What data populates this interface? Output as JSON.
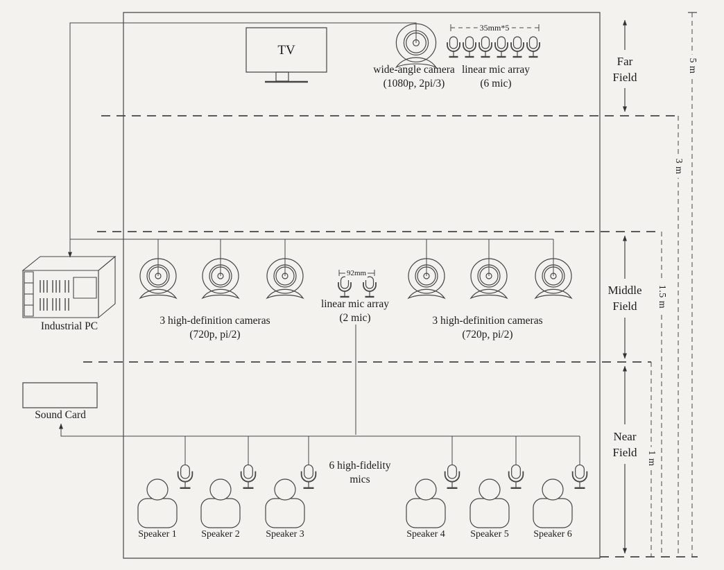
{
  "tv": {
    "label": "TV"
  },
  "wide_angle_camera": {
    "line1": "wide-angle camera",
    "line2": "(1080p, 2pi/3)"
  },
  "mic_array_6": {
    "measure": "35mm*5",
    "line1": "linear mic array",
    "line2": "(6 mic)"
  },
  "industrial_pc": {
    "label": "Industrial PC"
  },
  "cameras_left": {
    "line1": "3 high-definition cameras",
    "line2": "(720p, pi/2)"
  },
  "cameras_right": {
    "line1": "3 high-definition cameras",
    "line2": "(720p, pi/2)"
  },
  "mic_array_2": {
    "measure": "92mm",
    "line1": "linear mic array",
    "line2": "(2 mic)"
  },
  "sound_card": {
    "label": "Sound Card"
  },
  "hifi_mics": {
    "line1": "6 high-fidelity",
    "line2": "mics"
  },
  "speakers": [
    "Speaker 1",
    "Speaker 2",
    "Speaker 3",
    "Speaker 4",
    "Speaker 5",
    "Speaker 6"
  ],
  "fields": {
    "far": {
      "line1": "Far",
      "line2": "Field"
    },
    "middle": {
      "line1": "Middle",
      "line2": "Field"
    },
    "near": {
      "line1": "Near",
      "line2": "Field"
    }
  },
  "distances": [
    "5 m",
    "3 m",
    "1.5 m",
    "1 m"
  ],
  "icons": {
    "tv": "tv-icon",
    "wide_angle_camera": "webcam-icon",
    "hd_camera": "webcam-icon",
    "microphone": "microphone-icon",
    "speaker_person": "person-icon",
    "industrial_pc": "server-pc-icon",
    "sound_card": "box-icon"
  },
  "colors": {
    "line": "#454545",
    "text": "#1b1b1b",
    "background": "#f3f2ef"
  }
}
